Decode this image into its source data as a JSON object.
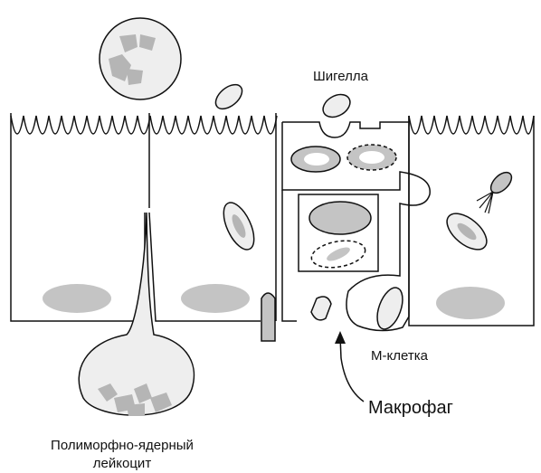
{
  "labels": {
    "shigella": "Шигелла",
    "m_cell": "М-клетка",
    "macrophage": "Макрофаг",
    "pmn_line1": "Полиморфно-ядерный",
    "pmn_line2": "лейкоцит"
  },
  "colors": {
    "outline": "#111111",
    "nucleus_fill": "#c4c4c4",
    "bacterium_fill": "#eeeeee",
    "bacterium_inner": "#b5b5b5",
    "cell_fill": "#ffffff"
  }
}
